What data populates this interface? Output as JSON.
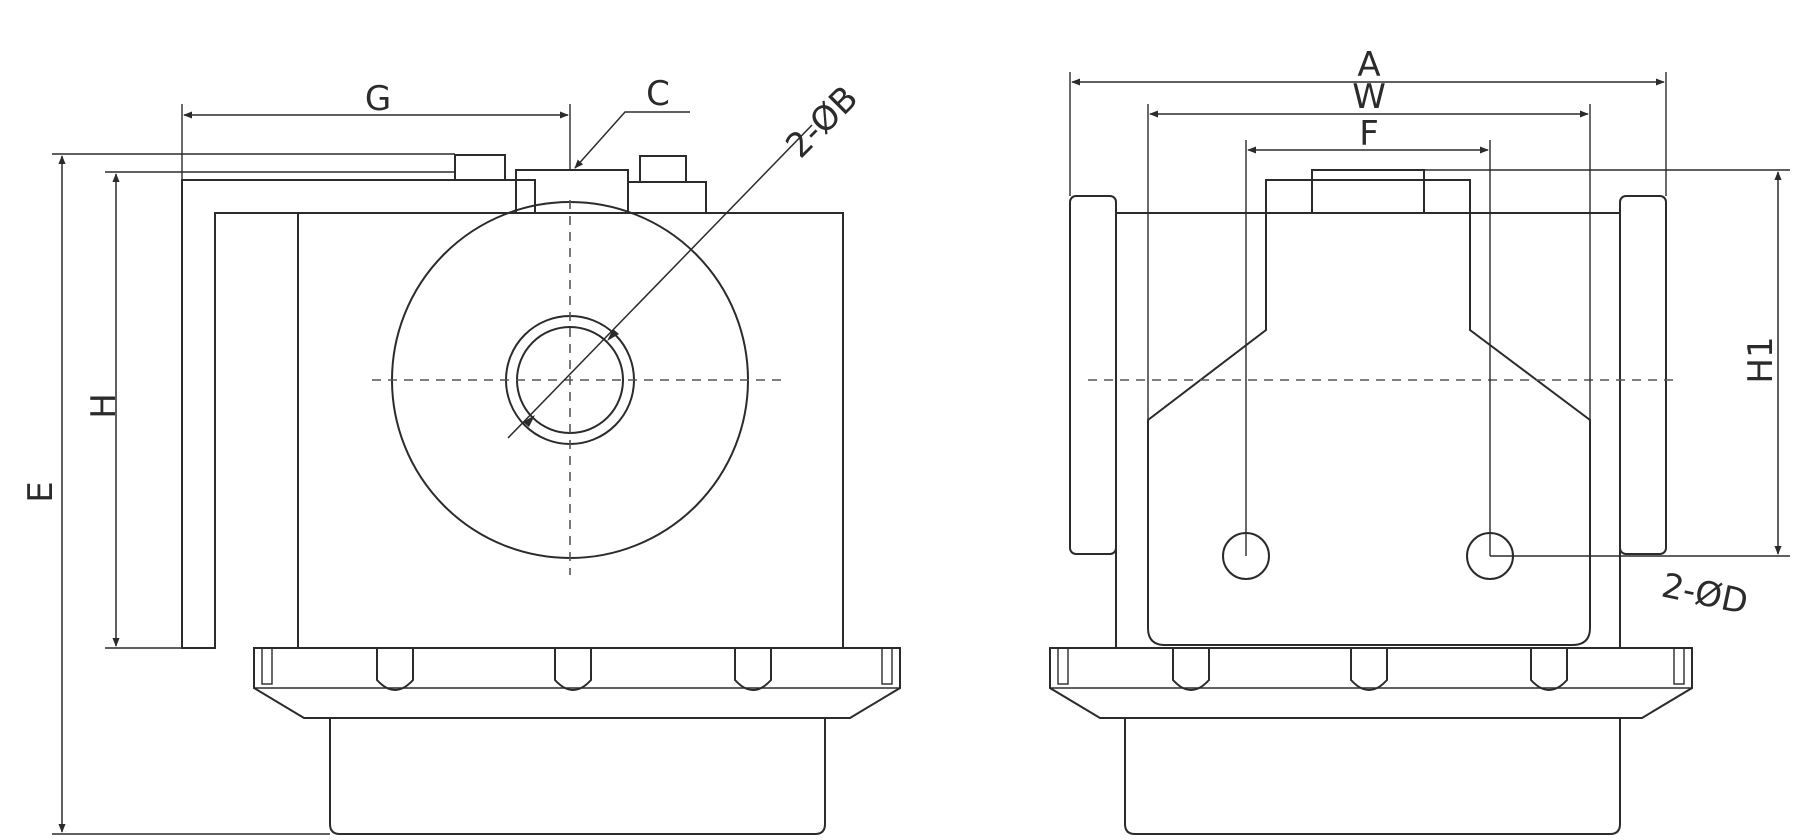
{
  "labels": {
    "G": "G",
    "C": "C",
    "B": "2-ØB",
    "H": "H",
    "E": "E",
    "A": "A",
    "W": "W",
    "F": "F",
    "H1": "H1",
    "D": "2-ØD"
  }
}
